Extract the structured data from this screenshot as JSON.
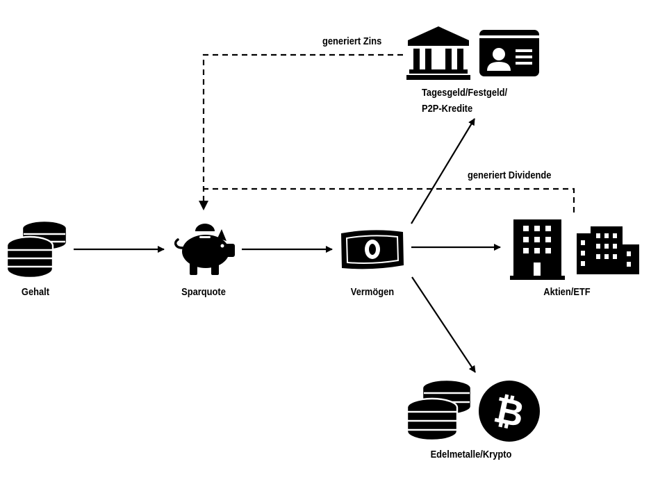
{
  "nodes": {
    "gehalt": "Gehalt",
    "sparquote": "Sparquote",
    "vermoegen": "Vermögen",
    "tagesgeld_line1": "Tagesgeld/Festgeld/",
    "tagesgeld_line2": "P2P-Kredite",
    "aktien": "Aktien/ETF",
    "edelmetalle": "Edelmetalle/Krypto"
  },
  "edges": {
    "zins": "generiert Zins",
    "dividende": "generiert Dividende"
  },
  "icons": [
    "coins-icon",
    "piggy-bank-icon",
    "money-bill-icon",
    "bank-icon",
    "id-card-icon",
    "building-icon",
    "city-icon",
    "coins-icon",
    "bitcoin-icon"
  ],
  "colors": {
    "ink": "#000000",
    "background": "#ffffff"
  }
}
